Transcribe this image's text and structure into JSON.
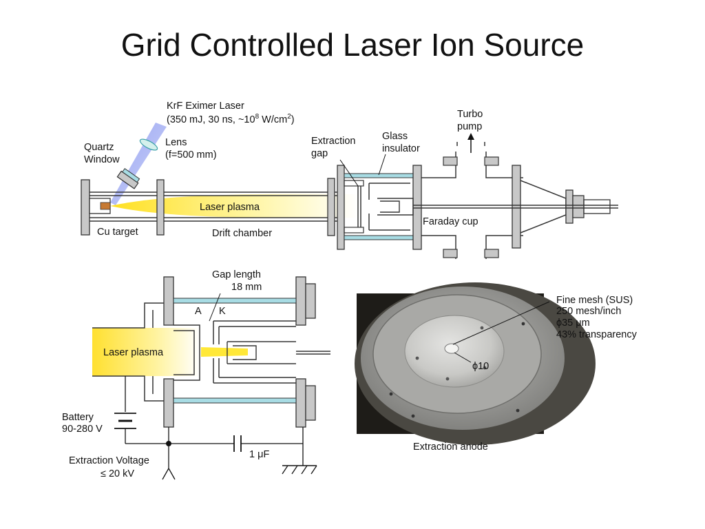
{
  "title": "Grid Controlled Laser Ion Source",
  "top_diagram": {
    "laser_line1": "KrF Eximer Laser",
    "laser_line2_a": "(350 mJ, 30 ns, ~10",
    "laser_line2_exp": "8",
    "laser_line2_b": " W/cm",
    "laser_line2_exp2": "2",
    "laser_line2_c": ")",
    "lens_line1": "Lens",
    "lens_line2": "(f=500 mm)",
    "quartz_line1": "Quartz",
    "quartz_line2": "Window",
    "extraction_line1": "Extraction",
    "extraction_line2": "gap",
    "glass_line1": "Glass",
    "glass_line2": "insulator",
    "turbo_line1": "Turbo",
    "turbo_line2": "pump",
    "laser_plasma": "Laser plasma",
    "cu_target": "Cu target",
    "drift_chamber": "Drift chamber",
    "faraday_cup": "Faraday cup"
  },
  "bottom_diagram": {
    "gap_line1": "Gap length",
    "gap_line2": "18 mm",
    "anode_letter": "A",
    "cathode_letter": "K",
    "laser_plasma": "Laser plasma",
    "battery_line1": "Battery",
    "battery_line2": "90-280 V",
    "capacitor": "1 μF",
    "extraction_line1": "Extraction Voltage",
    "extraction_line2": "≤ 20 kV"
  },
  "photo": {
    "mesh_line1": "Fine mesh (SUS)",
    "mesh_line2": "250 mesh/inch",
    "mesh_line3": "ϕ35 μm",
    "mesh_line4": "43% transparency",
    "aperture": "ϕ10",
    "caption": "Extraction anode"
  },
  "colors": {
    "glass": "#a8dce4",
    "flange": "#c8c8c8",
    "plasma_core": "#ffe030",
    "laser_beam": "#9aa6f0"
  }
}
